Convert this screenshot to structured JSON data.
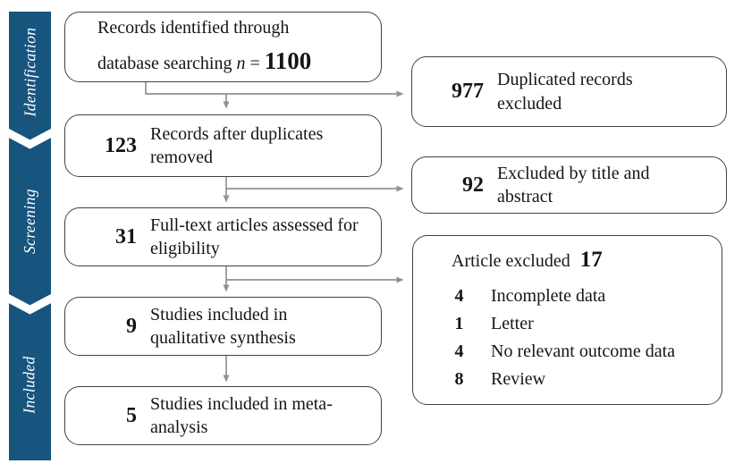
{
  "colors": {
    "sidebar_blue": "#17547e",
    "box_border": "#414141",
    "arrow_gray": "#929292",
    "text_black": "#151515",
    "stage_text": "#ffffff"
  },
  "sidebar": {
    "stages": [
      {
        "label": "Identification"
      },
      {
        "label": "Screening"
      },
      {
        "label": "Included"
      }
    ]
  },
  "flow": {
    "box1": {
      "line1": "Records identified through",
      "line2_prefix": "database searching ",
      "n_symbol": "n",
      "equals": " = ",
      "value": "1100"
    },
    "box2": {
      "count": "123",
      "label": "Records after duplicates removed"
    },
    "box3": {
      "count": "31",
      "label": "Full-text articles assessed for eligibility"
    },
    "box4": {
      "count": "9",
      "label": "Studies included in qualitative synthesis"
    },
    "box5": {
      "count": "5",
      "label": "Studies included in meta-analysis"
    }
  },
  "exclusions": {
    "box1": {
      "count": "977",
      "label": "Duplicated records excluded"
    },
    "box2": {
      "count": "92",
      "label": "Excluded by title and abstract"
    },
    "box3": {
      "title": "Article excluded",
      "count": "17",
      "items": [
        {
          "count": "4",
          "label": "Incomplete data"
        },
        {
          "count": "1",
          "label": "Letter"
        },
        {
          "count": "4",
          "label": "No relevant outcome data"
        },
        {
          "count": "8",
          "label": "Review"
        }
      ]
    }
  }
}
